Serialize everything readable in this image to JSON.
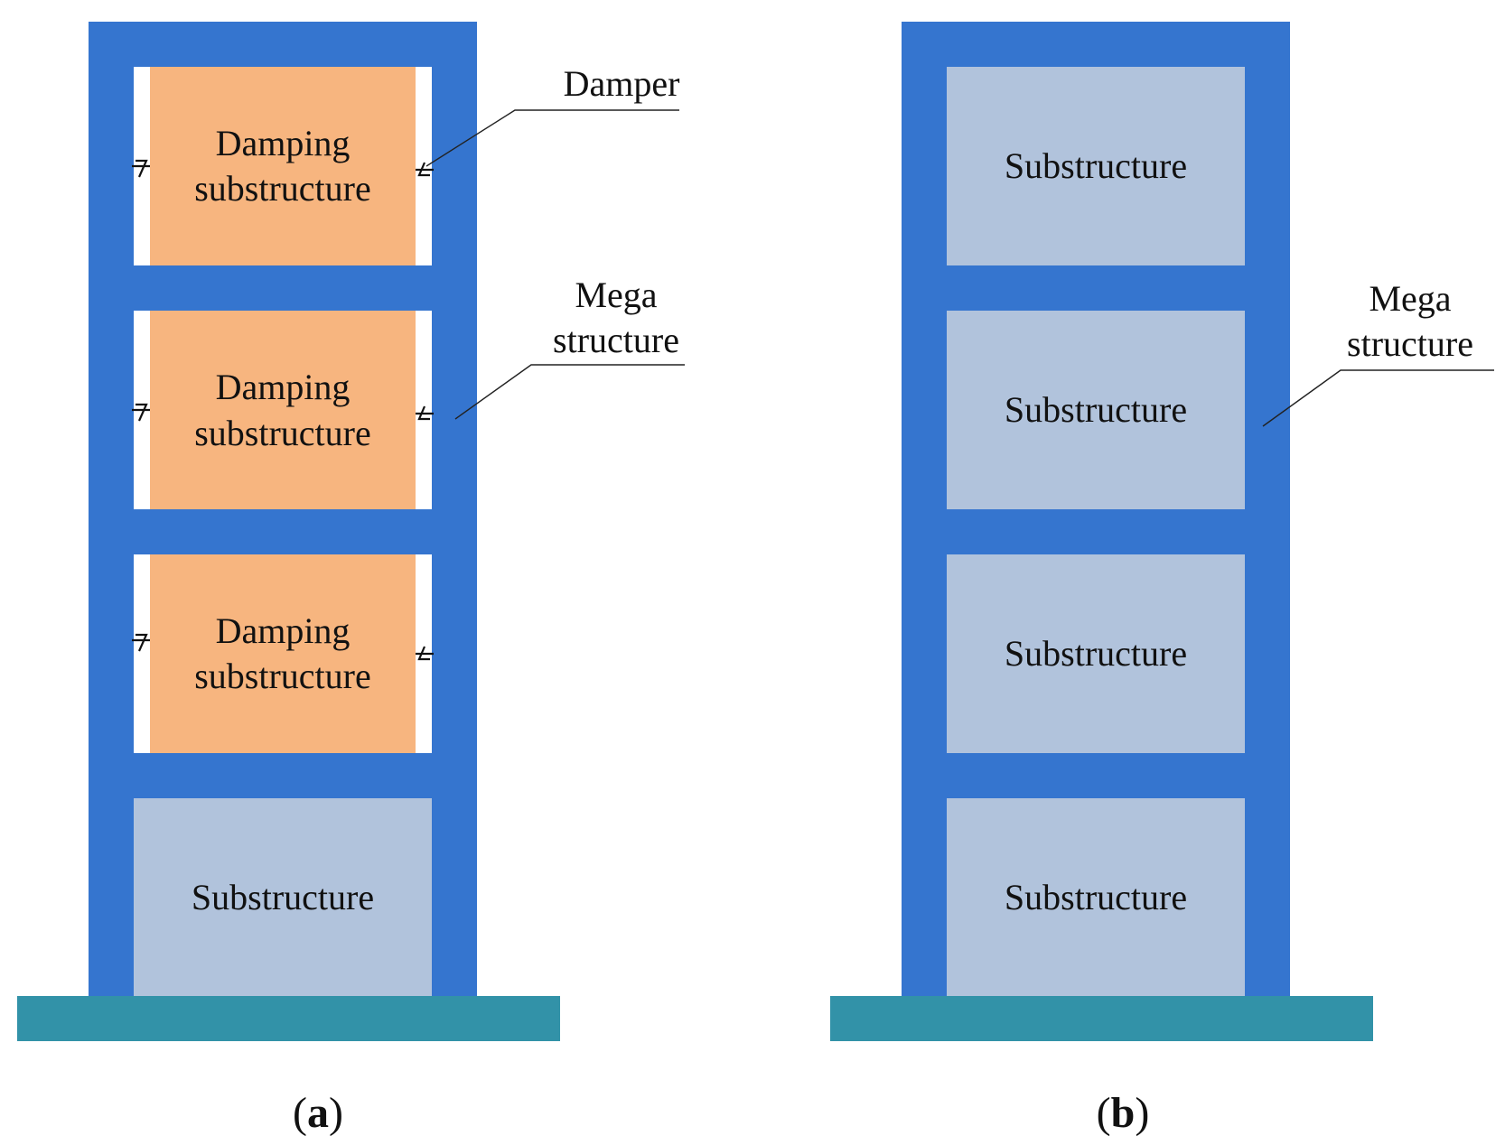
{
  "figure": {
    "panel_a": {
      "caption_letter": "a",
      "callouts": {
        "damper": "Damper",
        "mega_line1": "Mega",
        "mega_line2": "structure"
      },
      "floors": [
        {
          "line1": "Damping",
          "line2": "substructure"
        },
        {
          "line1": "Damping",
          "line2": "substructure"
        },
        {
          "line1": "Damping",
          "line2": "substructure"
        },
        {
          "line1": "Substructure"
        }
      ]
    },
    "panel_b": {
      "caption_letter": "b",
      "callouts": {
        "mega_line1": "Mega",
        "mega_line2": "structure"
      },
      "floors": [
        {
          "line1": "Substructure"
        },
        {
          "line1": "Substructure"
        },
        {
          "line1": "Substructure"
        },
        {
          "line1": "Substructure"
        }
      ]
    },
    "colors": {
      "mega_frame": "#3575cf",
      "damping_substructure": "#f7b57f",
      "substructure": "#b1c3dc",
      "ground": "#3292a8",
      "gap": "#ffffff"
    }
  }
}
